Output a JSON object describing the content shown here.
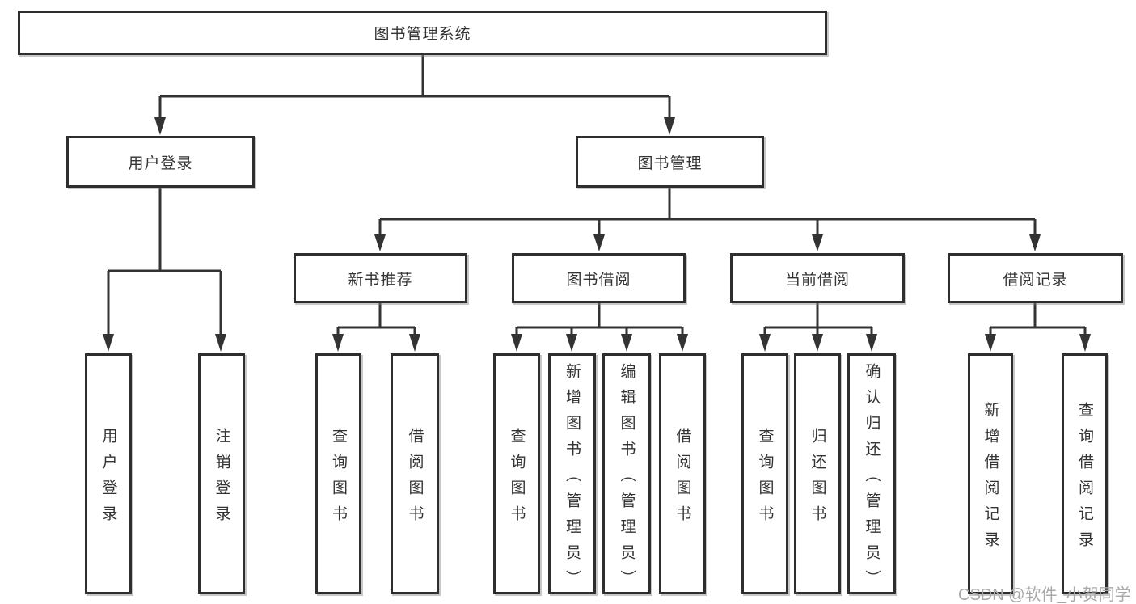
{
  "diagram": {
    "root": {
      "label": "图书管理系统"
    },
    "branches": [
      {
        "label": "用户登录",
        "children": [
          {
            "label": "用户登录"
          },
          {
            "label": "注销登录"
          }
        ]
      },
      {
        "label": "图书管理",
        "children": [
          {
            "label": "新书推荐",
            "children": [
              {
                "label": "查询图书"
              },
              {
                "label": "借阅图书"
              }
            ]
          },
          {
            "label": "图书借阅",
            "children": [
              {
                "label": "查询图书"
              },
              {
                "label": "新增图书（管理员）"
              },
              {
                "label": "编辑图书（管理员）"
              },
              {
                "label": "借阅图书"
              }
            ]
          },
          {
            "label": "当前借阅",
            "children": [
              {
                "label": "查询图书"
              },
              {
                "label": "归还图书"
              },
              {
                "label": "确认归还（管理员）"
              }
            ]
          },
          {
            "label": "借阅记录",
            "children": [
              {
                "label": "新增借阅记录"
              },
              {
                "label": "查询借阅记录"
              }
            ]
          }
        ]
      }
    ]
  },
  "watermark": {
    "text": "CSDN @软件_小贺同学"
  },
  "colors": {
    "line": "#333333",
    "box_border": "#2e2e2e",
    "text": "#333333",
    "watermark": "#a8a8a8",
    "background": "#ffffff"
  }
}
